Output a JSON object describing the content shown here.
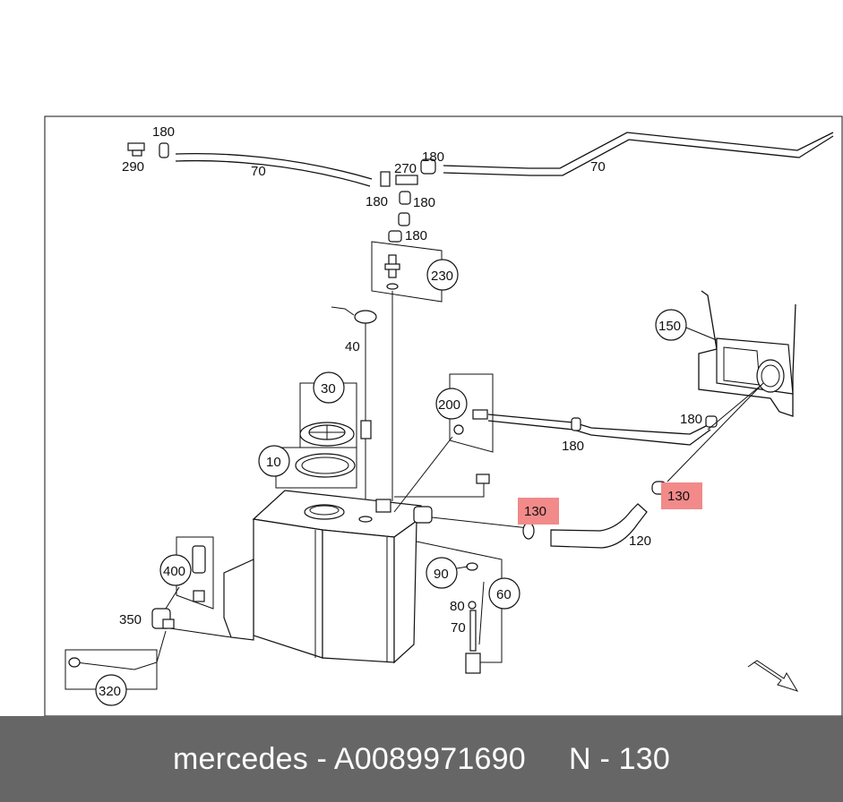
{
  "colors": {
    "highlight": "#f28a8a",
    "footer_bg": "#666666",
    "footer_text": "#ffffff"
  },
  "labels": {
    "p180_a": "180",
    "p290": "290",
    "p70_a": "70",
    "p180_b": "180",
    "p270": "270",
    "p180_c": "180",
    "p180_d": "180",
    "p70_b": "70",
    "p180_e": "180",
    "p230": "230",
    "p40": "40",
    "p30": "30",
    "p10": "10",
    "p200": "200",
    "p150": "150",
    "p180_f": "180",
    "p180_g": "180",
    "p130_a": "130",
    "p130_b": "130",
    "p120": "120",
    "p90": "90",
    "p80": "80",
    "p70_c": "70",
    "p60": "60",
    "p400": "400",
    "p350": "350",
    "p320": "320"
  },
  "footer": {
    "text": "mercedes - A0089971690     N - 130"
  }
}
